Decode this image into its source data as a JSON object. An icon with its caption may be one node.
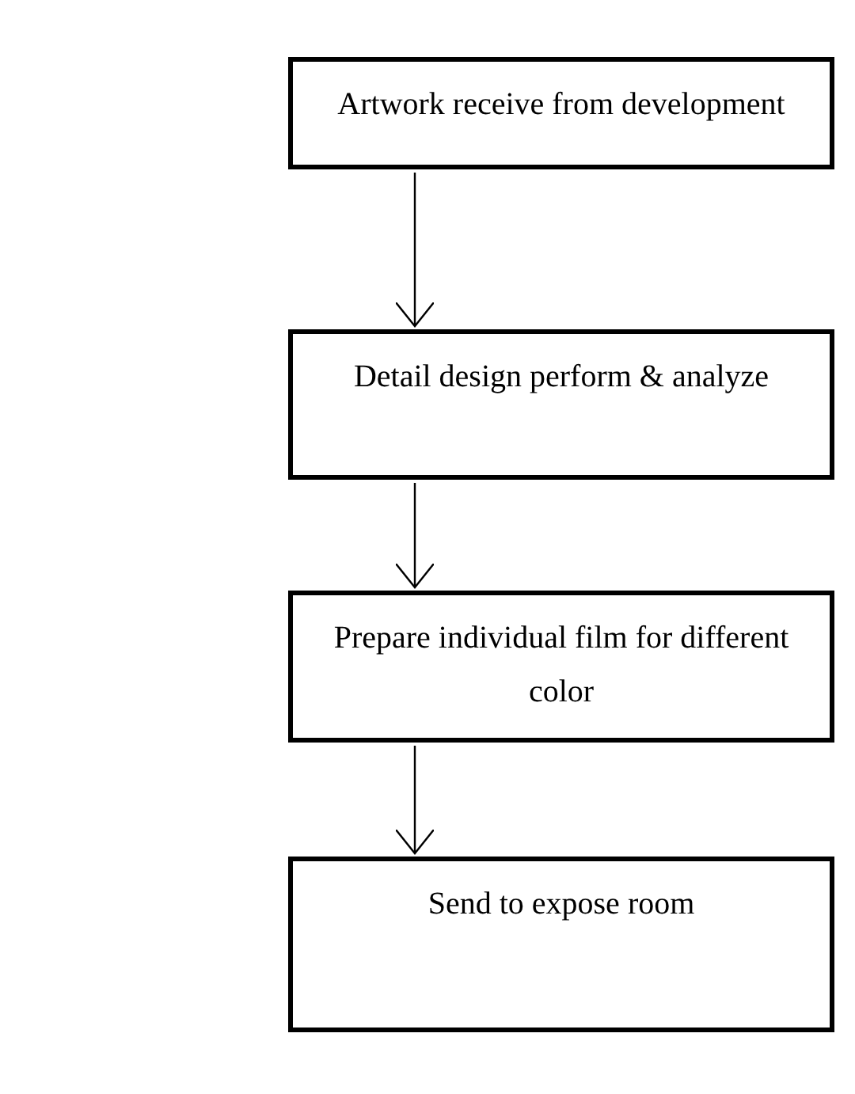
{
  "diagram": {
    "nodes": [
      {
        "text": [
          "Artwork receive from development"
        ]
      },
      {
        "text": [
          "Detail design perform & analyze"
        ]
      },
      {
        "text": [
          "Prepare individual film for different color"
        ]
      },
      {
        "text": [
          "Send to expose room"
        ]
      }
    ],
    "edges": [
      {
        "from": 0,
        "to": 1,
        "arrow": "to"
      },
      {
        "from": 1,
        "to": 2,
        "arrow": "to"
      },
      {
        "from": 2,
        "to": 3,
        "arrow": "to"
      }
    ]
  }
}
